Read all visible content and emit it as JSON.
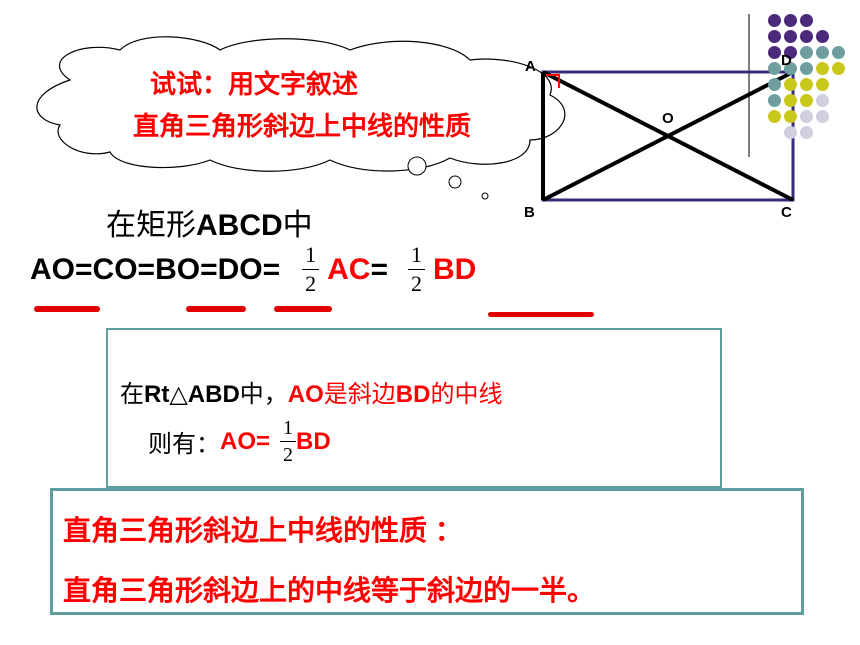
{
  "callout": {
    "line1": "试试：用文字叙述",
    "line2": "直角三角形斜边上中线的性质"
  },
  "figure": {
    "labels": {
      "A": "A",
      "B": "B",
      "C": "C",
      "D": "D",
      "O": "O"
    }
  },
  "statement": {
    "rect_prefix": "在矩形",
    "rect_name": "ABCD",
    "rect_suffix": "中",
    "eq_ao": "AO",
    "eq_co": "CO",
    "eq_bo": "BO",
    "eq_do": "DO",
    "eq_sign": "=",
    "frac_num": "1",
    "frac_den": "2",
    "ac": "AC",
    "bd": "BD"
  },
  "info_box": {
    "line1_prefix": "在",
    "line1_tri": "Rt△ABD",
    "line1_mid": "中，",
    "line1_red": "AO",
    "line1_red2": "是斜边",
    "line1_bd": "BD",
    "line1_end": "的中线",
    "line2_prefix": "则有：",
    "line2_red": "AO=",
    "frac_num": "1",
    "frac_den": "2",
    "line2_bd": "BD"
  },
  "property": {
    "title": "直角三角形斜边上中线的性质 ：",
    "body": "直角三角形斜边上的中线等于斜边的一半。"
  },
  "colors": {
    "accent": "#ff0000",
    "rect_border": "#3b2a7a",
    "box_border": "#5f9e9e",
    "dot_purple": "#4b2a7b",
    "dot_teal": "#6f9e9e",
    "dot_olive": "#c8c818",
    "dot_lavender": "#d0cfe0"
  }
}
